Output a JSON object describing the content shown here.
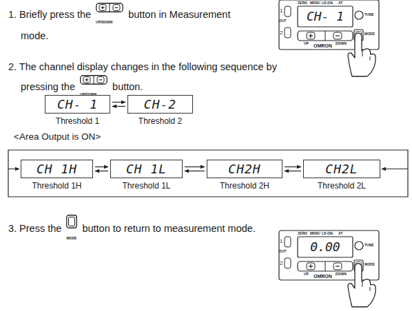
{
  "diagram": {
    "nodes": [
      {
        "text": [
          "CH- 1",
          "Threshold 1"
        ]
      },
      {
        "text": [
          "CH-2",
          "Threshold 2"
        ]
      },
      {
        "text": [
          "CH 1H",
          "Threshold 1H"
        ]
      },
      {
        "text": [
          "CH 1L",
          "Threshold 1L"
        ]
      },
      {
        "text": [
          "CH2H",
          "Threshold 2H"
        ]
      },
      {
        "text": [
          "CH2L",
          "Threshold 2L"
        ]
      }
    ],
    "edges": [
      {
        "from": 0,
        "to": 1,
        "arrow": "both"
      },
      {
        "from": 2,
        "to": 3,
        "arrow": "both"
      },
      {
        "from": 3,
        "to": 4,
        "arrow": "both"
      },
      {
        "from": 4,
        "to": 5,
        "arrow": "both"
      },
      {
        "from": 5,
        "to": 2,
        "arrow": "both"
      }
    ],
    "labels": [
      "1. Briefly press the",
      "UP/DOWN",
      "button in Measurement mode.",
      "ZERO",
      "MENU",
      "LD-ON",
      "AT",
      "1",
      "OUT",
      "2",
      "CH- 1",
      "TUNE",
      "MODE",
      "UP",
      "DOWN",
      "OMRON",
      "2. The channel display changes in the following sequence by pressing the",
      "UP/DOWN",
      "button.",
      "<Area Output is ON>",
      "3. Press the",
      "MODE",
      "button to return to measurement mode.",
      "ZERO",
      "MENU",
      "LD-ON",
      "AT",
      "1",
      "OUT",
      "2",
      "0.00",
      "TUNE",
      "MODE",
      "UP",
      "DOWN",
      "OMRON"
    ]
  }
}
